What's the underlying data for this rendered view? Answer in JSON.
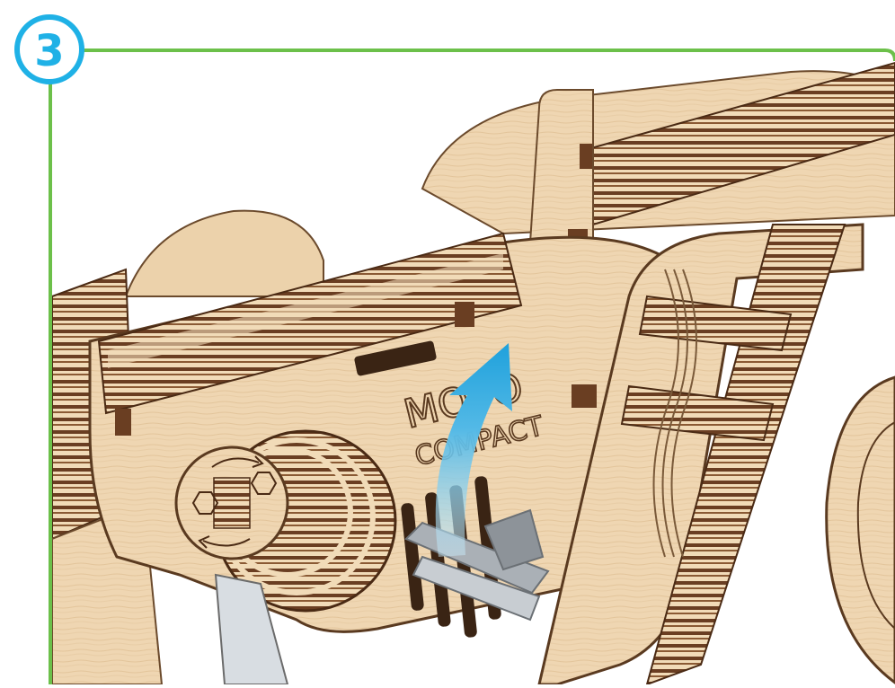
{
  "step": {
    "number": "3"
  },
  "engraving": {
    "line1": "MOTO",
    "line2": "COMPACT"
  },
  "colors": {
    "frame_green": "#6cc04a",
    "badge_blue": "#1fb1e6",
    "wood_light": "#f0d7b4",
    "wood_mid": "#e2c193",
    "wood_dark": "#6a3e22",
    "arrow_blue": "#29a9e0",
    "part_gray": "#9aa0a6"
  },
  "icons": [
    "rotate-arrows-icon",
    "curved-arrow-icon"
  ]
}
